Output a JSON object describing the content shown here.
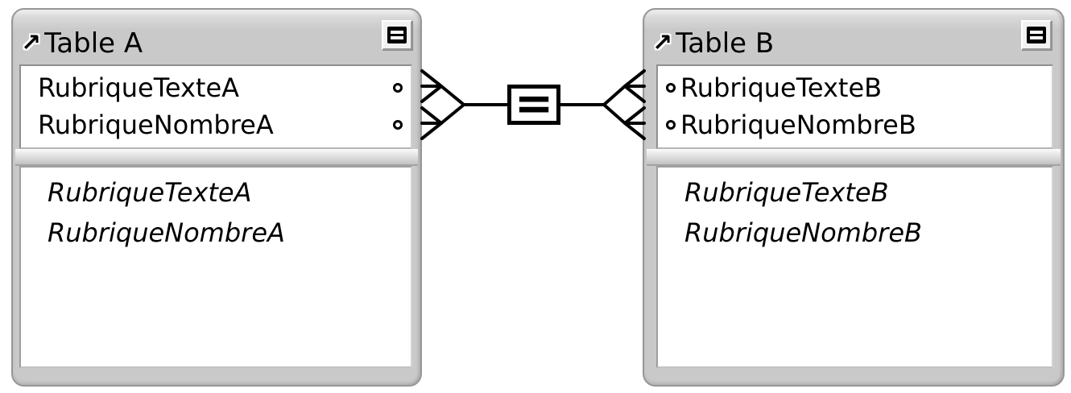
{
  "view": "relationships-graph",
  "colors": {
    "frame_gray": "#c9c9c9",
    "panel_white": "#ffffff",
    "connector_black": "#000000",
    "text_black": "#000000"
  },
  "icons": {
    "table_source_arrow": "↗",
    "collapse_button": "collapse-fields-icon",
    "join_dot": "join-point-dot"
  },
  "relationship": {
    "operator": "=",
    "left_table": "Table A",
    "right_table": "Table B",
    "left_cardinality": "many",
    "right_cardinality": "many"
  },
  "tables": [
    {
      "title": "Table A",
      "join_fields": [
        {
          "name": "RubriqueTexteA"
        },
        {
          "name": "RubriqueNombreA"
        }
      ],
      "field_list": [
        {
          "name": "RubriqueTexteA"
        },
        {
          "name": "RubriqueNombreA"
        }
      ]
    },
    {
      "title": "Table B",
      "join_fields": [
        {
          "name": "RubriqueTexteB"
        },
        {
          "name": "RubriqueNombreB"
        }
      ],
      "field_list": [
        {
          "name": "RubriqueTexteB"
        },
        {
          "name": "RubriqueNombreB"
        }
      ]
    }
  ]
}
